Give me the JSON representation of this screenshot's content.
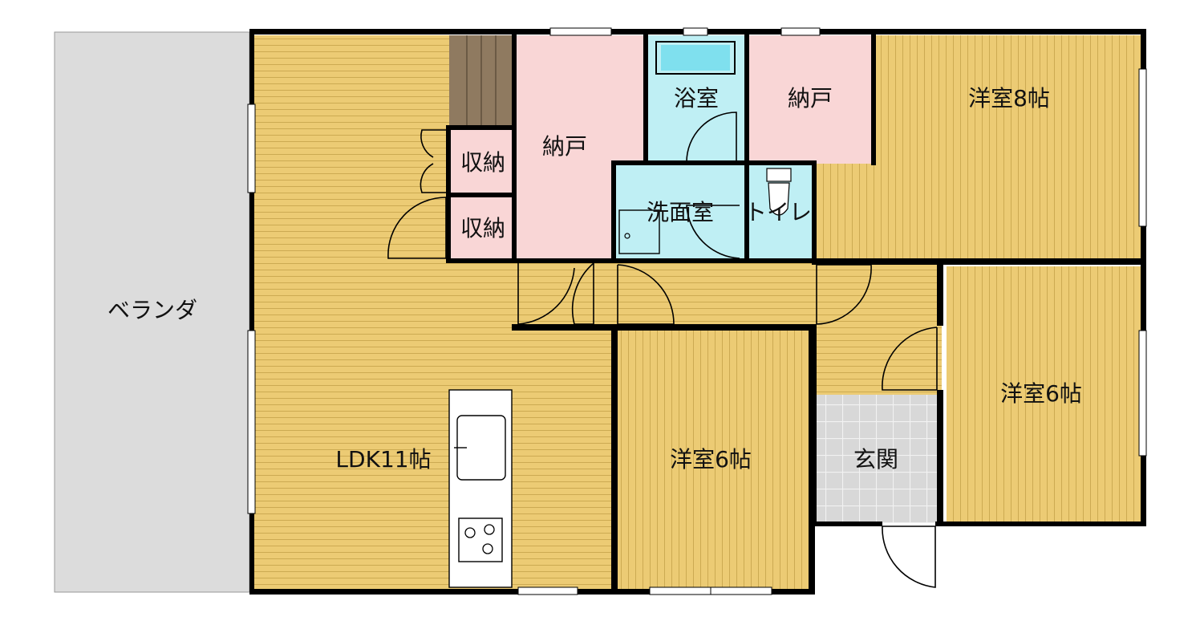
{
  "colors": {
    "wood": "#ECCB74",
    "wood_line": "#C9A64E",
    "pink": "#F9D6D6",
    "cyan": "#BFEFF4",
    "veranda": "#DCDCDC",
    "genkan": "#D8D8D8",
    "stair": "#8F7A60"
  },
  "rooms": {
    "veranda": "ベランダ",
    "ldk": "LDK11帖",
    "storage1": "収納",
    "storage2": "収納",
    "nando_left": "納戸",
    "bath": "浴室",
    "nando_right": "納戸",
    "wash": "洗面室",
    "toilet": "トイレ",
    "western8": "洋室8帖",
    "western6_center": "洋室6帖",
    "western6_right": "洋室6帖",
    "genkan": "玄関"
  }
}
